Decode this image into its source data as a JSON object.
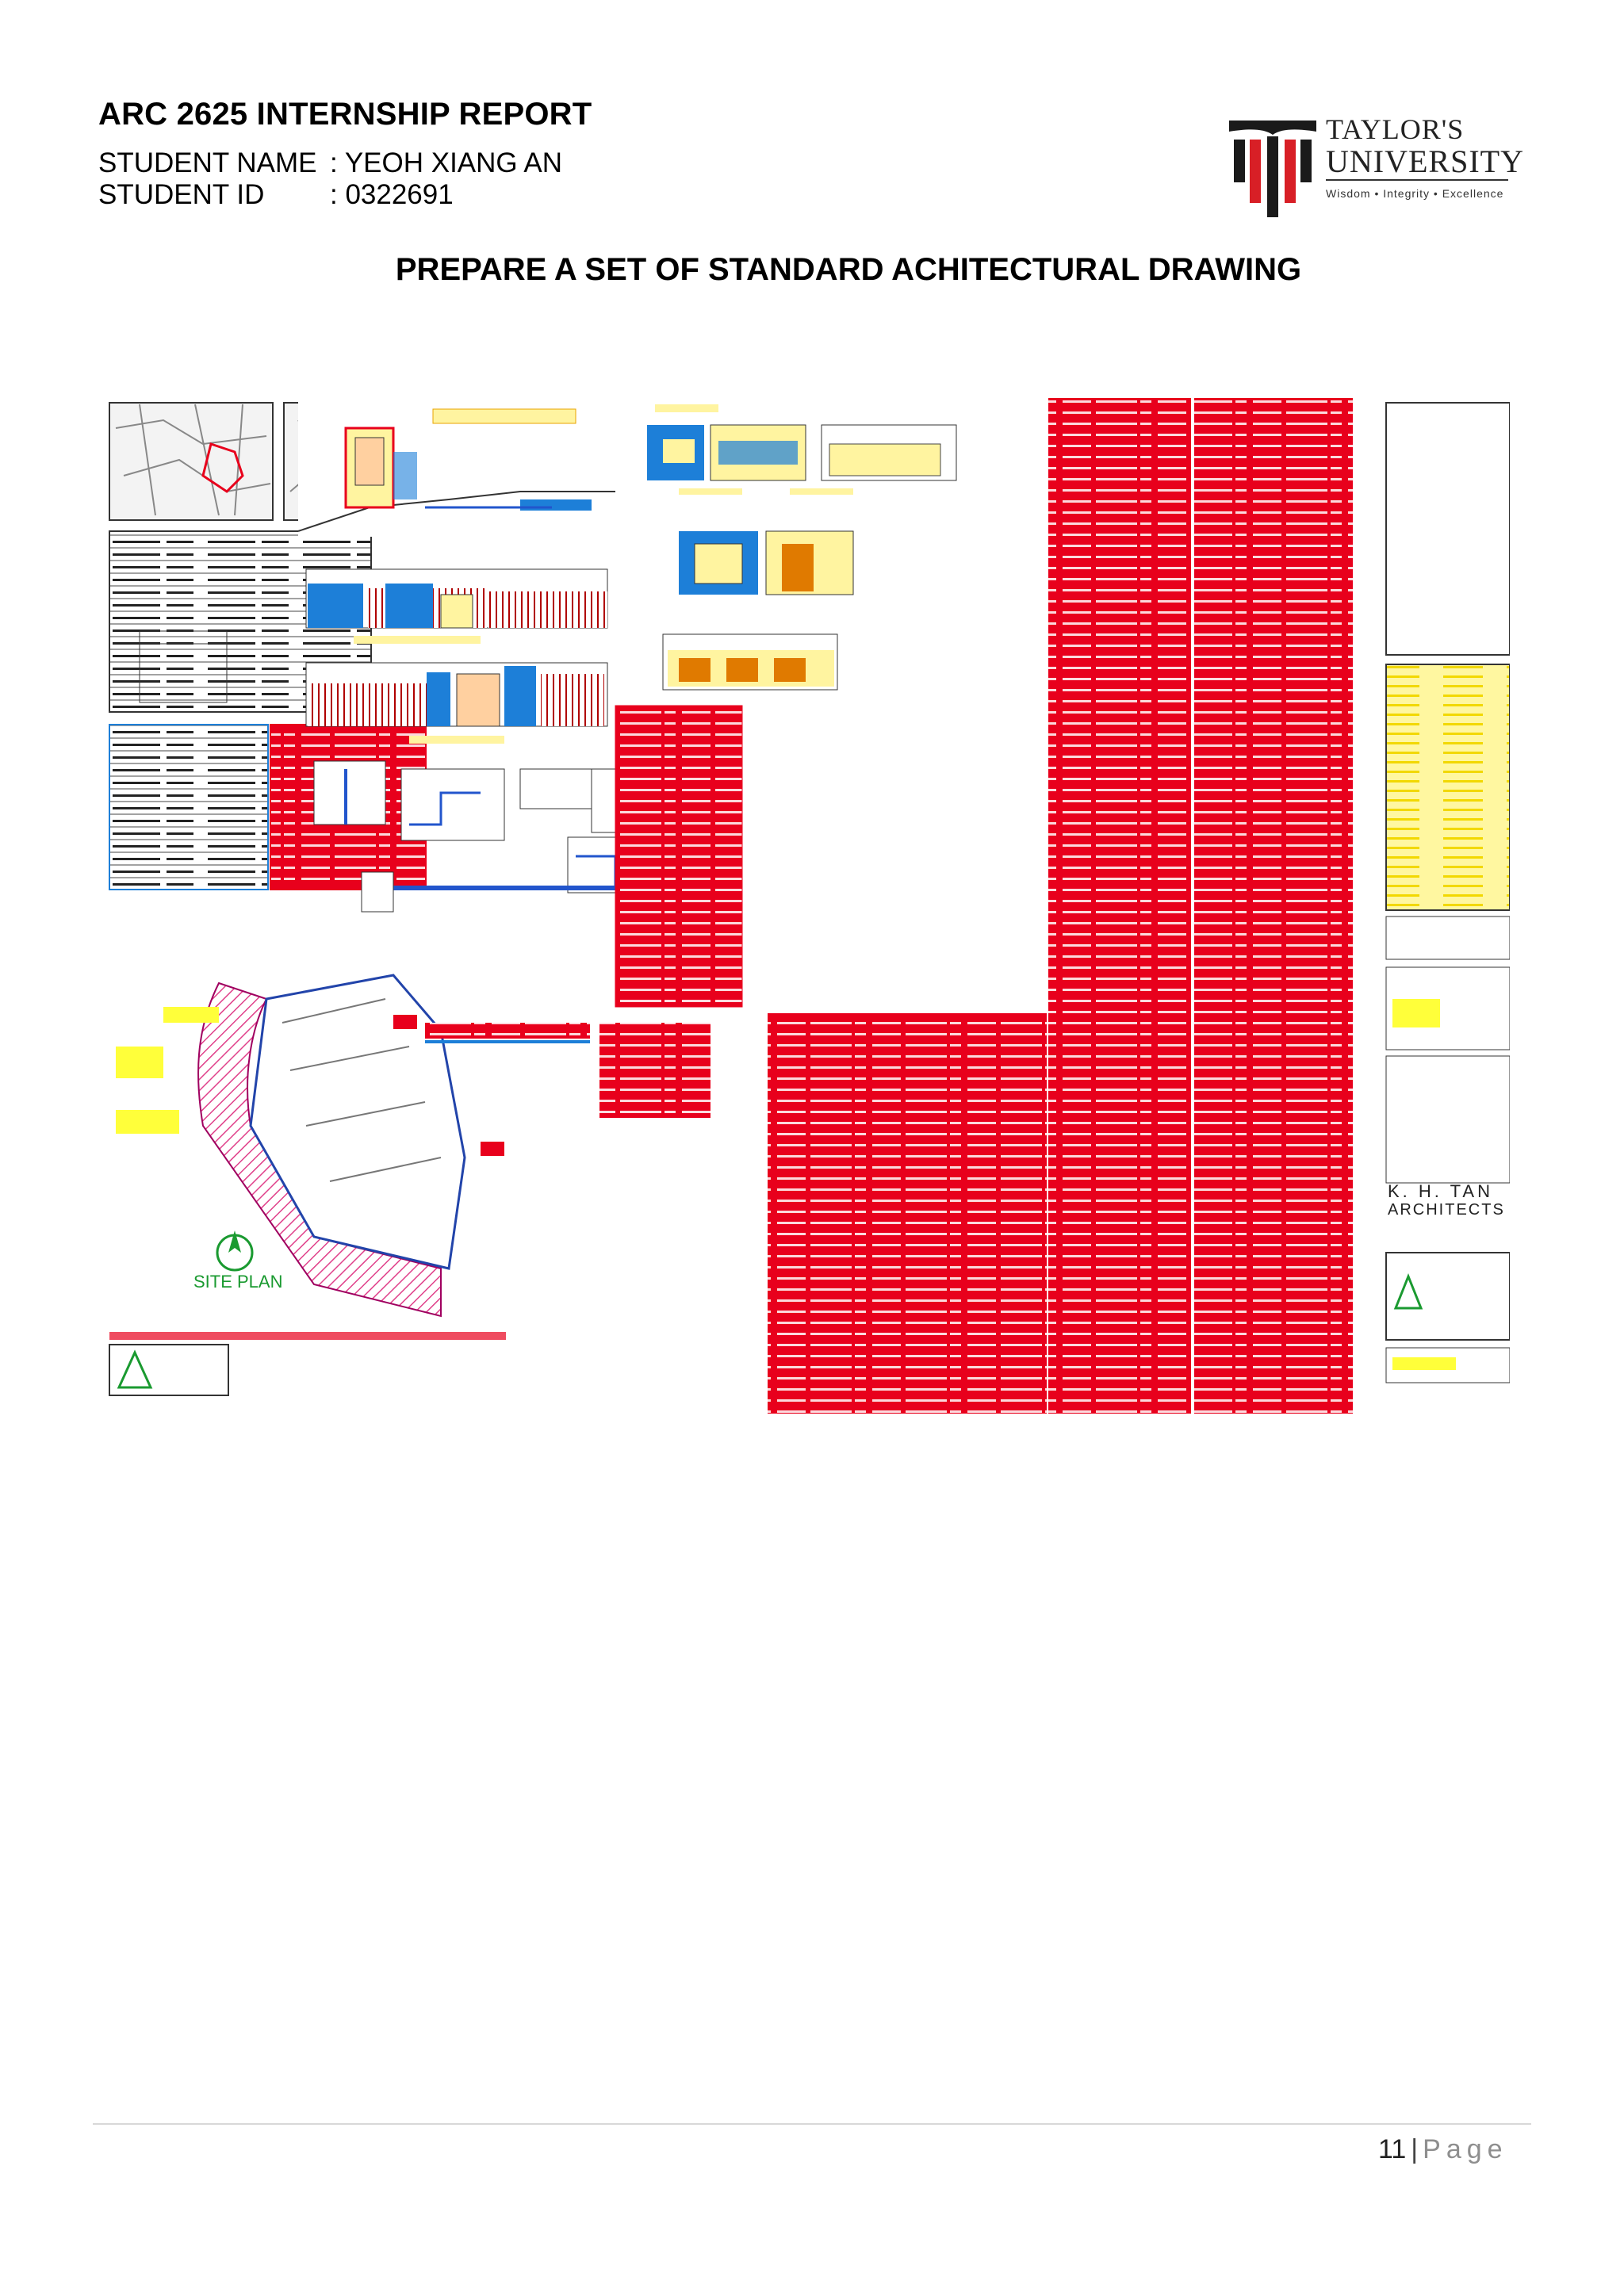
{
  "header": {
    "report_title": "ARC 2625 INTERNSHIP REPORT",
    "student_name_label": "STUDENT NAME",
    "student_name_value": ": YEOH XIANG AN",
    "student_id_label": "STUDENT ID",
    "student_id_value": ": 0322691"
  },
  "logo": {
    "line1": "TAYLOR'S",
    "line2": "UNIVERSITY",
    "tagline": "Wisdom • Integrity • Excellence",
    "colors": {
      "black": "#1a1a1a",
      "red": "#d81f26"
    }
  },
  "page_heading": "PREPARE A SET OF STANDARD ACHITECTURAL DRAWING",
  "drawing_board": {
    "site_plan_label": "SITE PLAN",
    "firm_line1": "K. H. TAN",
    "firm_line2": "ARCHITECTS",
    "note_color": "#e8001c",
    "highlight_color": "#ffff3a",
    "wall_color": "#1d7fd8"
  },
  "footer": {
    "page_number": "11",
    "separator": "|",
    "page_word": "Page"
  }
}
